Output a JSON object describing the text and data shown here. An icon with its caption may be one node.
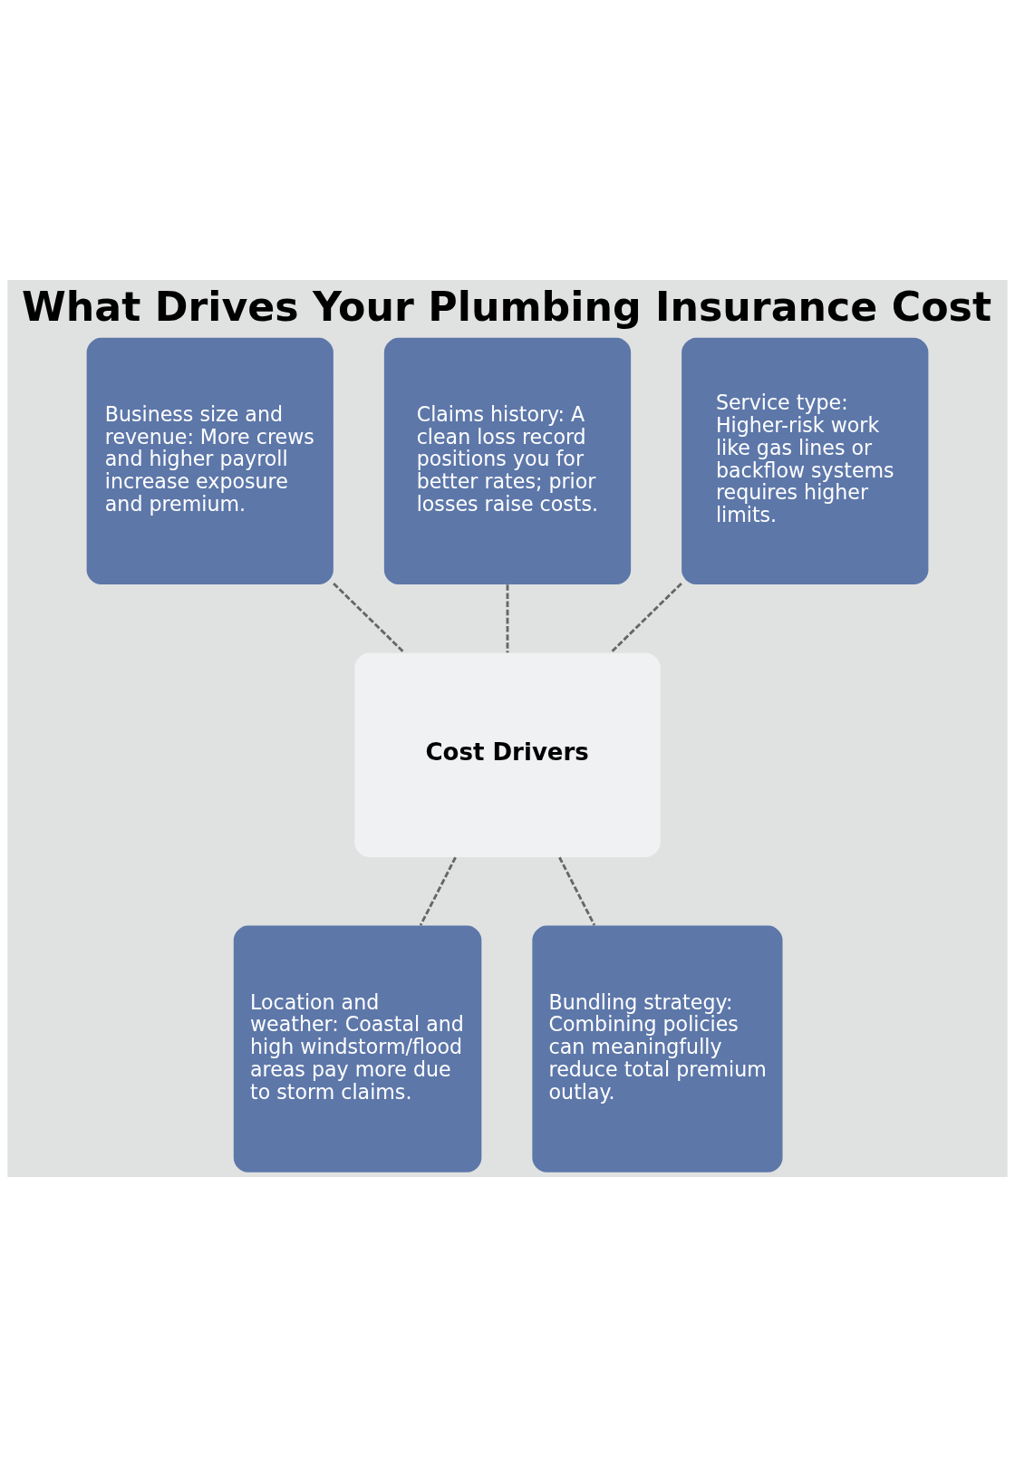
{
  "diagram": {
    "title": "What Drives Your Plumbing Insurance Cost",
    "nodes": [
      {
        "text": [
          "Business size and revenue: More crews and higher payroll increase exposure and premium."
        ]
      },
      {
        "text": [
          "Claims history: A clean loss record positions you for better rates; prior losses raise costs."
        ]
      },
      {
        "text": [
          "Service type: Higher-risk work like gas lines or backflow systems requires higher limits."
        ]
      },
      {
        "text": [
          "Cost Drivers"
        ]
      },
      {
        "text": [
          "Location and weather: Coastal and high windstorm/flood areas pay more due to storm claims."
        ]
      },
      {
        "text": [
          "Bundling strategy: Combining policies can meaningfully reduce total premium outlay."
        ]
      }
    ],
    "edges": [
      {
        "from": 0,
        "to": 3,
        "arrow": "none",
        "style": "dashed"
      },
      {
        "from": 1,
        "to": 3,
        "arrow": "none",
        "style": "dashed"
      },
      {
        "from": 2,
        "to": 3,
        "arrow": "none",
        "style": "dashed"
      },
      {
        "from": 3,
        "to": 4,
        "arrow": "none",
        "style": "dashed"
      },
      {
        "from": 3,
        "to": 5,
        "arrow": "none",
        "style": "dashed"
      }
    ]
  }
}
